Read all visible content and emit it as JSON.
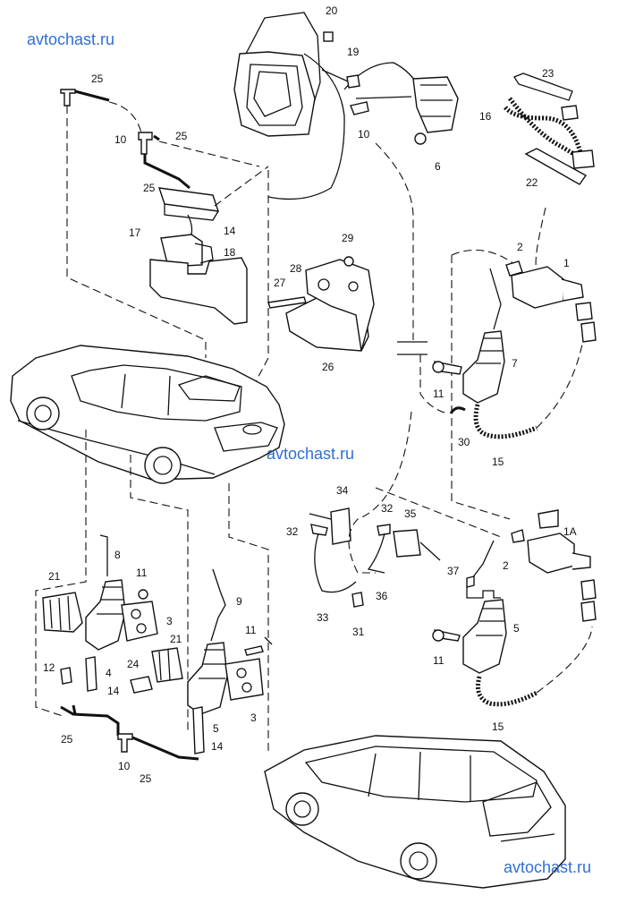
{
  "watermarks": [
    "avtochast.ru",
    "avtochast.ru",
    "avtochast.ru"
  ],
  "callouts": [
    "20",
    "19",
    "10",
    "25",
    "10",
    "25",
    "6",
    "23",
    "16",
    "22",
    "25",
    "17",
    "14",
    "18",
    "29",
    "28",
    "27",
    "26",
    "2",
    "1",
    "7",
    "11",
    "30",
    "15",
    "34",
    "32",
    "35",
    "32",
    "33",
    "31",
    "36",
    "37",
    "2",
    "1A",
    "5",
    "11",
    "15",
    "8",
    "11",
    "3",
    "21",
    "4",
    "12",
    "14",
    "24",
    "10",
    "25",
    "9",
    "11",
    "21",
    "3",
    "5",
    "14",
    "25"
  ]
}
